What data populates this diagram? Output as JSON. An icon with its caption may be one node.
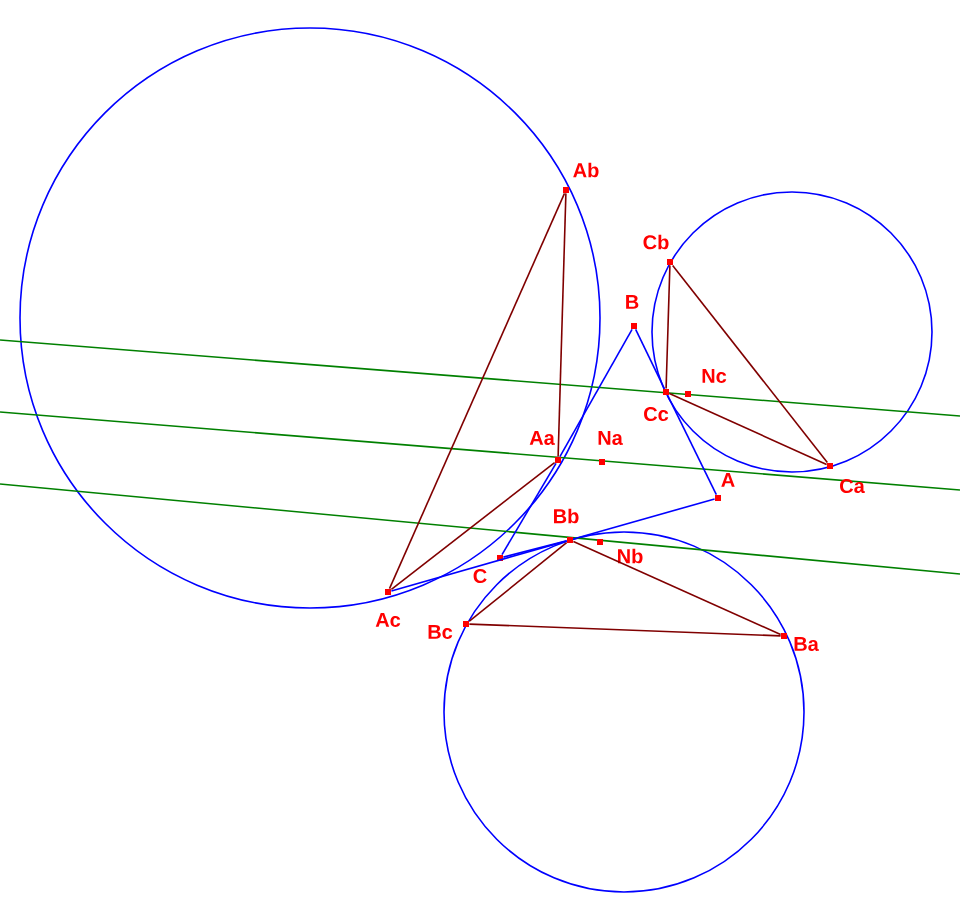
{
  "diagram": {
    "nodes": [
      {
        "text": [
          "Ab"
        ]
      },
      {
        "text": [
          "Cb"
        ]
      },
      {
        "text": [
          "B"
        ]
      },
      {
        "text": [
          "Nc"
        ]
      },
      {
        "text": [
          "Cc"
        ]
      },
      {
        "text": [
          "Aa"
        ]
      },
      {
        "text": [
          "Na"
        ]
      },
      {
        "text": [
          "A"
        ]
      },
      {
        "text": [
          "Ca"
        ]
      },
      {
        "text": [
          "Bb"
        ]
      },
      {
        "text": [
          "C"
        ]
      },
      {
        "text": [
          "Nb"
        ]
      },
      {
        "text": [
          "Ac"
        ]
      },
      {
        "text": [
          "Bc"
        ]
      },
      {
        "text": [
          "Ba"
        ]
      }
    ],
    "edges": [
      {
        "from": 10,
        "to": 5,
        "arrow": "none",
        "color": "#0000ff"
      },
      {
        "from": 5,
        "to": 2,
        "arrow": "none",
        "color": "#0000ff"
      },
      {
        "from": 2,
        "to": 4,
        "arrow": "none",
        "color": "#0000ff"
      },
      {
        "from": 4,
        "to": 7,
        "arrow": "none",
        "color": "#0000ff"
      },
      {
        "from": 7,
        "to": 9,
        "arrow": "none",
        "color": "#0000ff"
      },
      {
        "from": 9,
        "to": 10,
        "arrow": "none",
        "color": "#0000ff"
      },
      {
        "from": 12,
        "to": 9,
        "arrow": "none",
        "color": "#0000ff"
      },
      {
        "from": 0,
        "to": 5,
        "arrow": "none"
      },
      {
        "from": 0,
        "to": 12,
        "arrow": "none"
      },
      {
        "from": 12,
        "to": 5,
        "arrow": "none"
      },
      {
        "from": 9,
        "to": 13,
        "arrow": "none"
      },
      {
        "from": 9,
        "to": 14,
        "arrow": "none"
      },
      {
        "from": 13,
        "to": 14,
        "arrow": "none"
      },
      {
        "from": 1,
        "to": 4,
        "arrow": "none"
      },
      {
        "from": 1,
        "to": 8,
        "arrow": "none"
      },
      {
        "from": 4,
        "to": 8,
        "arrow": "none"
      }
    ]
  }
}
